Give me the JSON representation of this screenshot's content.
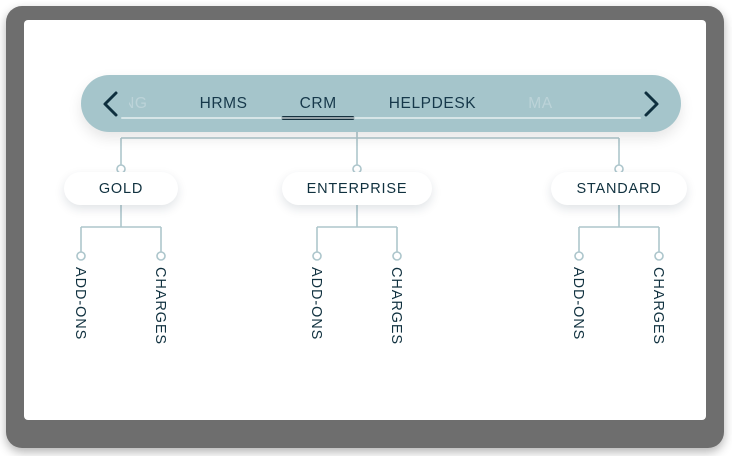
{
  "device": {
    "bezel_color": "#6e6e6e",
    "screen_background": "#ffffff"
  },
  "tabbar": {
    "background_color": "#a5c5cb",
    "active_tab": "CRM",
    "prev_arrow_icon": "chevron-left-icon",
    "next_arrow_icon": "chevron-right-icon",
    "tabs": [
      {
        "label": "LING",
        "state": "partial"
      },
      {
        "label": "HRMS",
        "state": "normal"
      },
      {
        "label": "CRM",
        "state": "active"
      },
      {
        "label": "HELPDESK",
        "state": "normal"
      },
      {
        "label": "MA",
        "state": "partial"
      }
    ]
  },
  "tree": {
    "line_color": "#adc6cc",
    "node_text_color": "#10313f",
    "root": "CRM",
    "branches": [
      {
        "label": "GOLD",
        "leaves": [
          {
            "label": "ADD-ONS"
          },
          {
            "label": "CHARGES"
          }
        ]
      },
      {
        "label": "ENTERPRISE",
        "leaves": [
          {
            "label": "ADD-ONS"
          },
          {
            "label": "CHARGES"
          }
        ]
      },
      {
        "label": "STANDARD",
        "leaves": [
          {
            "label": "ADD-ONS"
          },
          {
            "label": "CHARGES"
          }
        ]
      }
    ]
  }
}
